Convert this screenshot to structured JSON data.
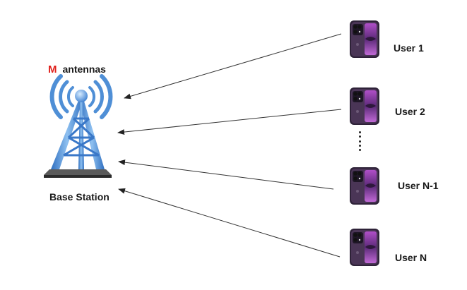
{
  "base_station": {
    "antenna_symbol": "M",
    "antenna_text": "antennas",
    "label": "Base Station",
    "icon": "cell-tower-icon"
  },
  "users": [
    {
      "label": "User  1",
      "icon": "smartphone-icon"
    },
    {
      "label": "User 2",
      "icon": "smartphone-icon"
    },
    {
      "label": "User N-1",
      "icon": "smartphone-icon"
    },
    {
      "label": "User N",
      "icon": "smartphone-icon"
    }
  ],
  "ellipsis_icon": "vertical-ellipsis-icon",
  "colors": {
    "accent_m": "#e0201b",
    "tower_blue": "#4f8fd6",
    "arrow": "#333333",
    "phone_body": "#3b2a45",
    "phone_screen": "#7a3a9a"
  }
}
